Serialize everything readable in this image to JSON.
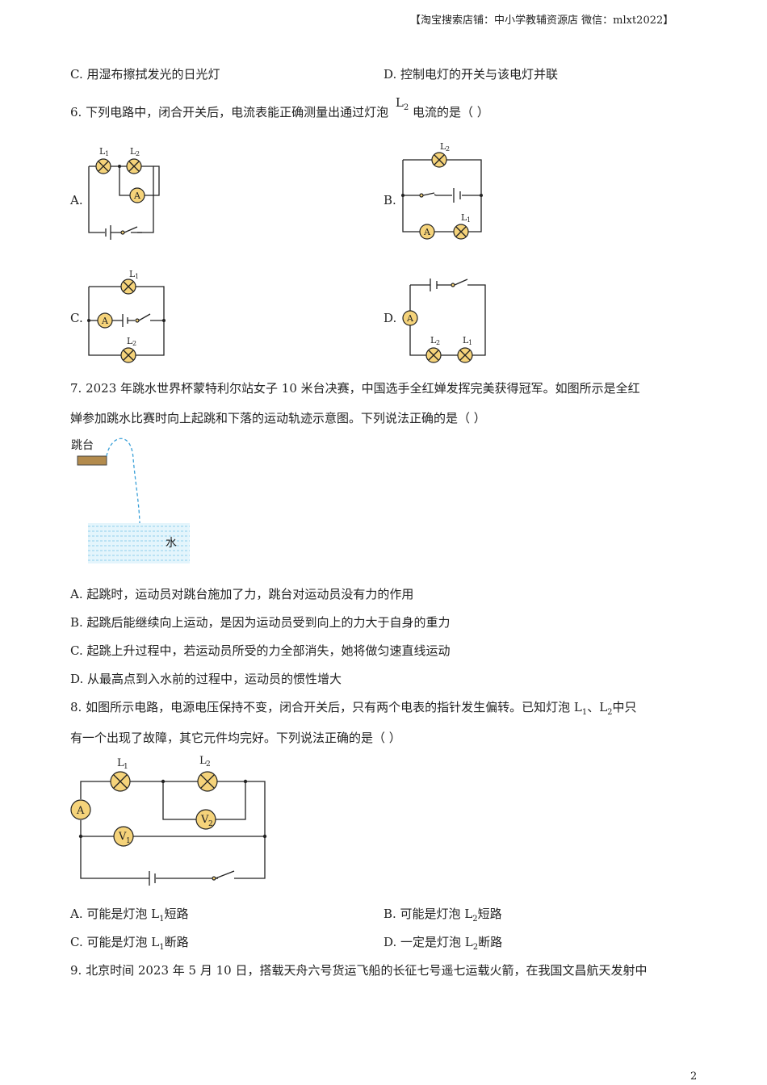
{
  "header": "【淘宝搜索店铺：中小学教辅资源店 微信：mlxt2022】",
  "q5_options": {
    "C": "C. 用湿布擦拭发光的日光灯",
    "D": "D. 控制电灯的开关与该电灯并联"
  },
  "q6": {
    "stem_a": "6. 下列电路中，闭合开关后，电流表能正确测量出通过灯泡",
    "lamp_letter": "L",
    "lamp_sub": "2",
    "stem_b": "电流的是（        ）",
    "options": {
      "A": "A.",
      "B": "B.",
      "C": "C.",
      "D": "D."
    },
    "labels": {
      "L1": "L",
      "L2": "L",
      "sub1": "1",
      "sub2": "2",
      "ammeter": "A"
    }
  },
  "q7": {
    "line1": "7. 2023 年跳水世界杯蒙特利尔站女子 10 米台决赛，中国选手全红婵发挥完美获得冠军。如图所示是全红",
    "line2": "婵参加跳水比赛时向上起跳和下落的运动轨迹示意图。下列说法正确的是（        ）",
    "fig_platform": "跳台",
    "fig_water": "水",
    "options": {
      "A": "A. 起跳时，运动员对跳台施加了力，跳台对运动员没有力的作用",
      "B": "B. 起跳后能继续向上运动，是因为运动员受到向上的力大于自身的重力",
      "C": "C. 起跳上升过程中，若运动员所受的力全部消失，她将做匀速直线运动",
      "D": "D. 从最高点到入水前的过程中，运动员的惯性增大"
    },
    "colors": {
      "platform": "#b38b4d",
      "trajectory": "#3aa0d8",
      "water": "#8fd0ec"
    }
  },
  "q8": {
    "line1_a": "8. 如图所示电路，电源电压保持不变，闭合开关后，只有两个电表的指针发生偏转。已知灯泡 L",
    "line1_s1": "1",
    "line1_b": "、L",
    "line1_s2": "2",
    "line1_c": "中只",
    "line2": "有一个出现了故障，其它元件均完好。下列说法正确的是（        ）",
    "fig": {
      "V": "V",
      "A": "A",
      "L": "L",
      "s1": "1",
      "s2": "2"
    },
    "options": {
      "A_a": "A. 可能是灯泡 L",
      "A_s": "1",
      "A_b": "短路",
      "B_a": "B. 可能是灯泡 L",
      "B_s": "2",
      "B_b": "短路",
      "C_a": "C. 可能是灯泡 L",
      "C_s": "1",
      "C_b": "断路",
      "D_a": "D. 一定是灯泡 L",
      "D_s": "2",
      "D_b": "断路"
    }
  },
  "q9": {
    "line1": "9. 北京时间 2023 年 5 月 10 日，搭载天舟六号货运飞船的长征七号遥七运载火箭，在我国文昌航天发射中"
  },
  "page_number": "2"
}
